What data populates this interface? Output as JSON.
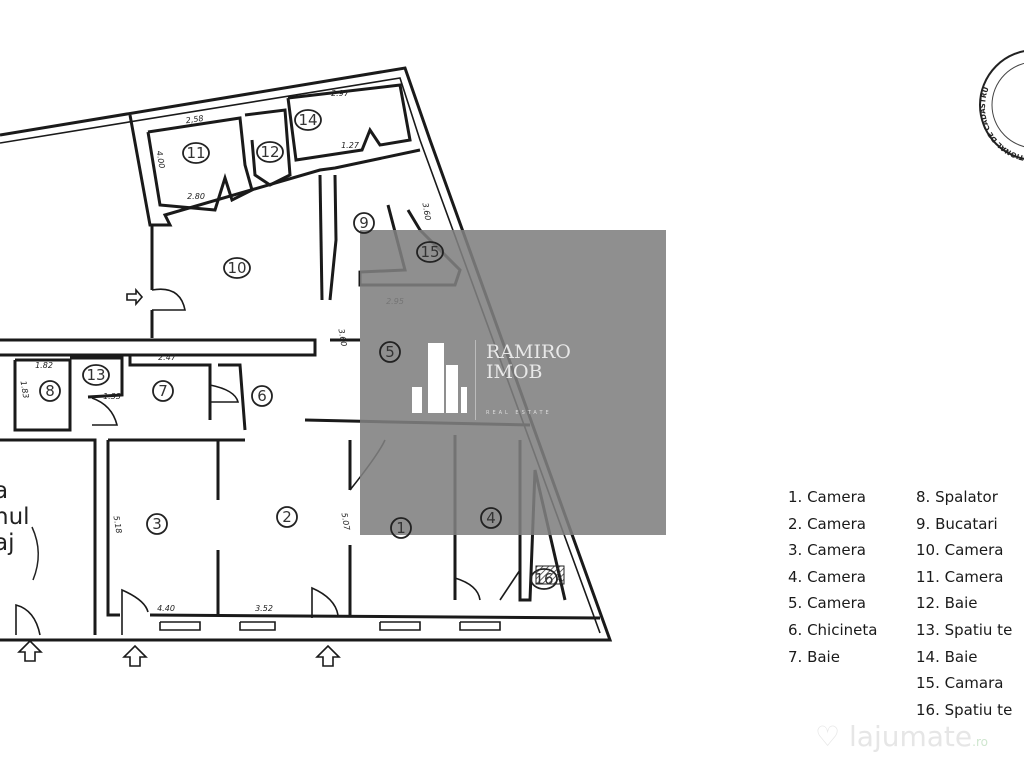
{
  "plan": {
    "rooms": [
      "1",
      "2",
      "3",
      "4",
      "5",
      "6",
      "7",
      "8",
      "9",
      "10",
      "11",
      "12",
      "13",
      "14",
      "15",
      "16"
    ],
    "dimensions": [
      "2.97",
      "2,58",
      "4.00",
      "2.80",
      "1.27",
      "2.95",
      "3.60",
      "2.47",
      "1.82",
      "1.83",
      "1.33",
      "5.18",
      "5.07",
      "4.40",
      "3.52",
      "3.60"
    ],
    "partial_label": [
      "a",
      "nul",
      "aj"
    ],
    "entrance_icon": "arrow-up-icon"
  },
  "legend": {
    "col1": [
      "1. Camera",
      "2. Camera",
      "3. Camera",
      "4. Camera",
      "5. Camera",
      "6. Chicineta",
      "7. Baie"
    ],
    "col2": [
      "8. Spalator",
      "9. Bucatari",
      "10. Camera",
      "11. Camera",
      "12. Baie",
      "13. Spatiu te",
      "14. Baie",
      "15. Camara",
      "16. Spatiu te"
    ]
  },
  "watermark": {
    "line1": "RAMIRO",
    "line2": "IMOB",
    "tagline": "REAL ESTATE"
  },
  "seal": "NATIONAL DE CADASTRU",
  "site_watermark": {
    "name": "lajumate",
    "tld": ".ro"
  }
}
